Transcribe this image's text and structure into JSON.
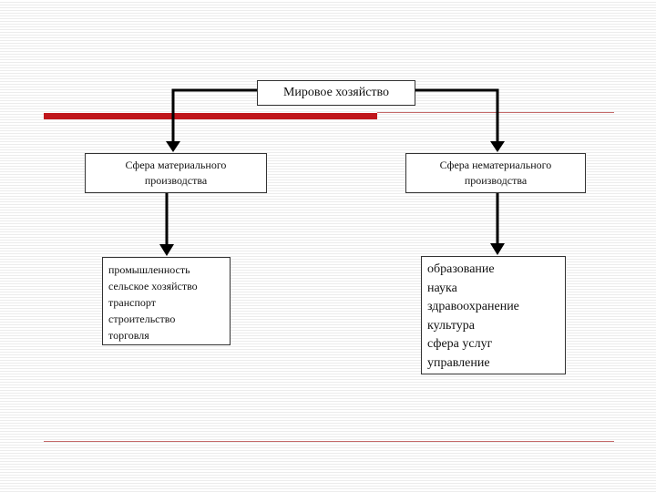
{
  "diagram": {
    "root": {
      "label": "Мировое хозяйство"
    },
    "branches": [
      {
        "label": "Сфера материального производства",
        "items": [
          "промышленность",
          "сельское хозяйство",
          "транспорт",
          "строительство",
          "торговля"
        ]
      },
      {
        "label": "Сфера нематериального производства",
        "items": [
          "образование",
          "наука",
          "здравоохранение",
          "культура",
          "сфера услуг",
          "управление"
        ]
      }
    ]
  },
  "colors": {
    "accent_red": "#c0161c",
    "thin_line": "#c46a6a",
    "connector": "#000000"
  }
}
